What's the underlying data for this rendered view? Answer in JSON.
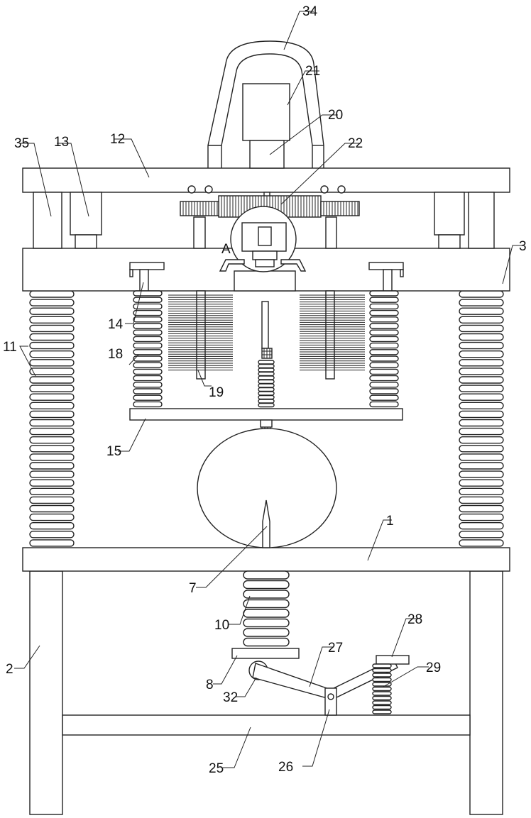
{
  "diagram": {
    "type": "patent-mechanical-drawing",
    "detail_marker": "A",
    "part_labels": {
      "p34": "34",
      "p21": "21",
      "p20": "20",
      "p22": "22",
      "p12": "12",
      "p35": "35",
      "p13": "13",
      "p3": "3",
      "p14": "14",
      "p11": "11",
      "p18": "18",
      "p19": "19",
      "p15": "15",
      "p1": "1",
      "p7": "7",
      "p10": "10",
      "p2": "2",
      "p28": "28",
      "p27": "27",
      "p29": "29",
      "p8": "8",
      "p32": "32",
      "p26": "26",
      "p25": "25"
    }
  }
}
